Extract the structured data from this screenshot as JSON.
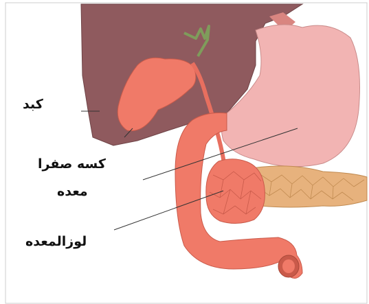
{
  "labels": {
    "liver": "کبد",
    "gallbladder": "کسه صفرا",
    "stomach": "معده",
    "pancreas": "لوزالمعده"
  },
  "colors": {
    "liver": "#8f5a5e",
    "gallbladder": "#f07a68",
    "stomach": "#f2b4b3",
    "pancreas": "#e7b27d",
    "duodenum": "#f07a68",
    "bile_duct": "#7f9c5b",
    "leader_line": "#333333"
  }
}
